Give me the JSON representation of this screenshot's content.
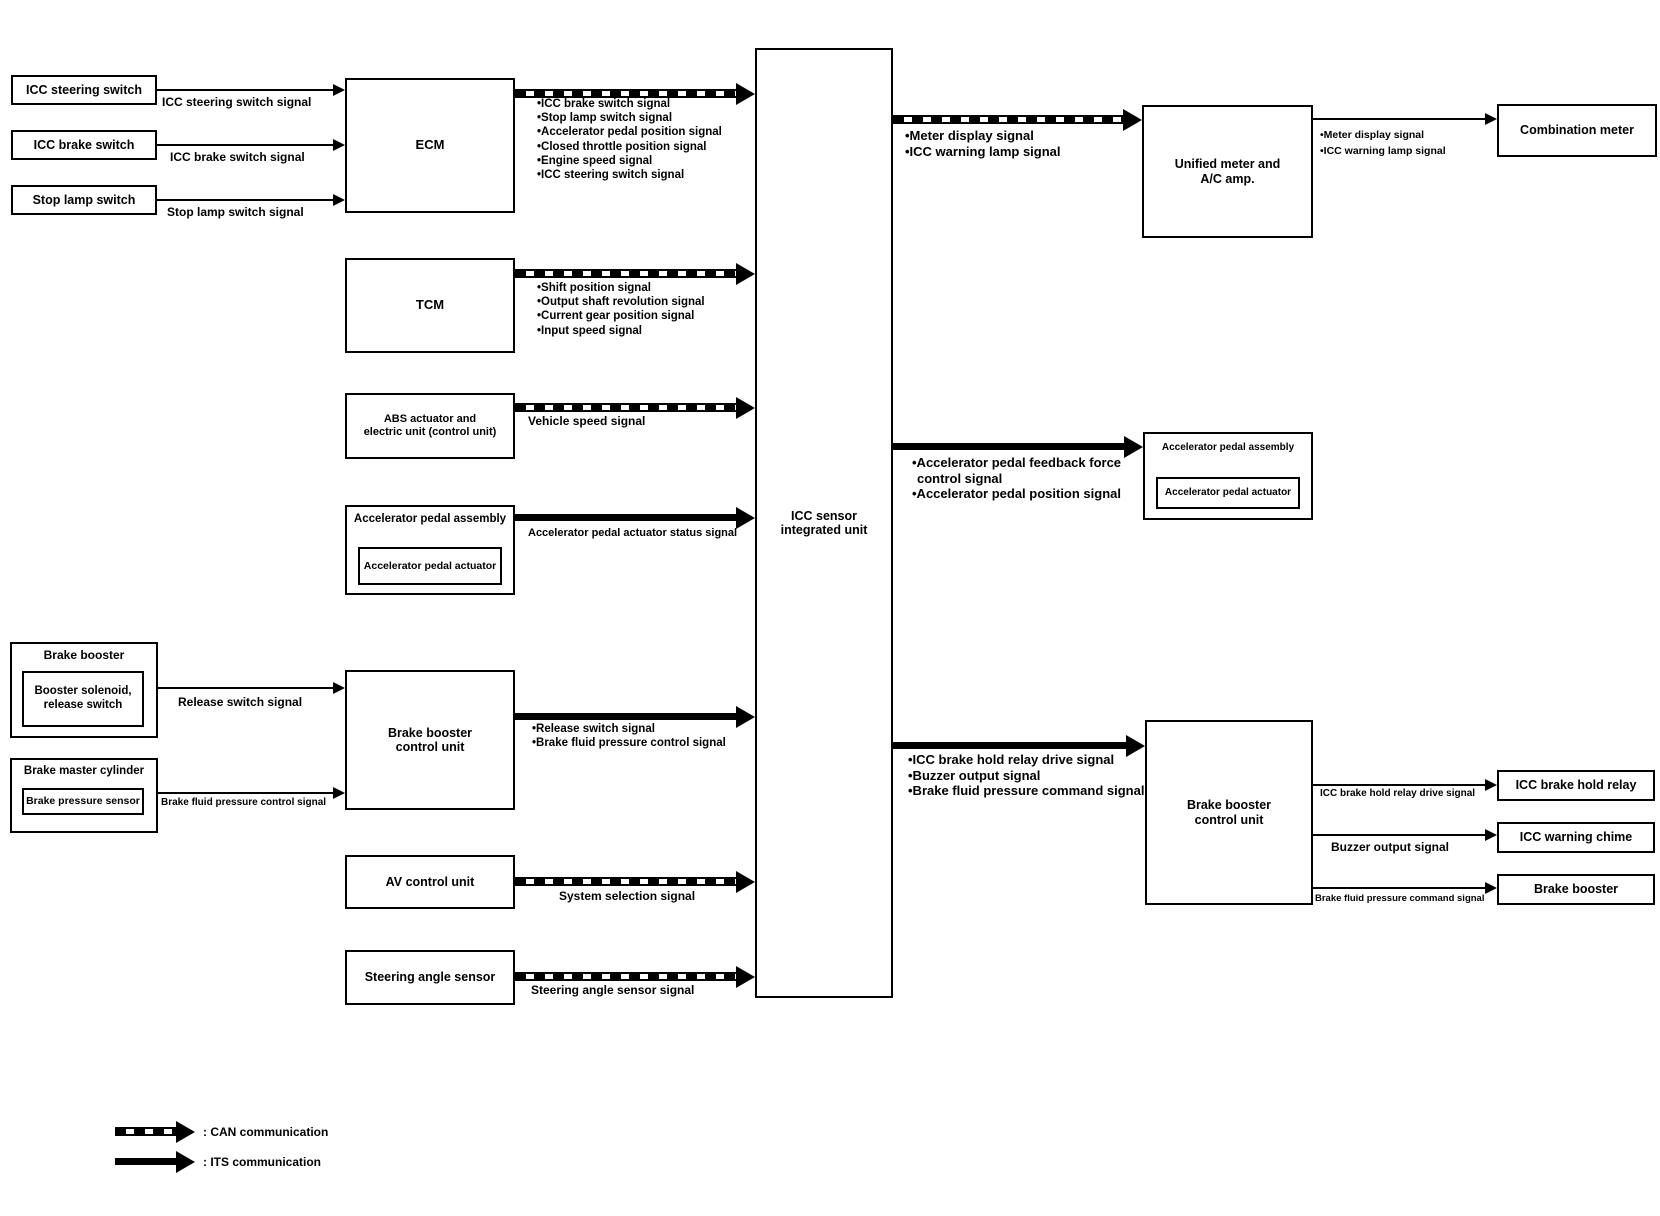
{
  "colors": {
    "line": "#000000",
    "background": "#ffffff"
  },
  "nodes": {
    "icc_steering_switch": {
      "label": "ICC steering switch"
    },
    "icc_brake_switch": {
      "label": "ICC brake switch"
    },
    "stop_lamp_switch": {
      "label": "Stop lamp switch"
    },
    "ecm": {
      "label": "ECM"
    },
    "tcm": {
      "label": "TCM"
    },
    "abs_unit": {
      "label": "ABS actuator and",
      "label2": "electric unit (control unit)"
    },
    "accel_pedal_assembly_left": {
      "label": "Accelerator pedal assembly",
      "inner": "Accelerator pedal actuator"
    },
    "brake_booster_left": {
      "label": "Brake booster",
      "inner": "Booster solenoid, release switch"
    },
    "brake_master_cylinder": {
      "label": "Brake master cylinder",
      "inner": "Brake pressure sensor"
    },
    "brake_booster_control_unit_left": {
      "label": "Brake booster control unit"
    },
    "av_control_unit": {
      "label": "AV control unit"
    },
    "steering_angle_sensor": {
      "label": "Steering angle sensor"
    },
    "icc_sensor": {
      "label": "ICC sensor integrated unit"
    },
    "unified_meter": {
      "label": "Unified meter and A/C amp."
    },
    "combination_meter": {
      "label": "Combination meter"
    },
    "accel_pedal_assembly_right": {
      "label": "Accelerator pedal assembly",
      "inner": "Accelerator pedal actuator"
    },
    "brake_booster_control_unit_right": {
      "label": "Brake booster control unit"
    },
    "icc_brake_hold_relay": {
      "label": "ICC brake hold relay"
    },
    "icc_warning_chime": {
      "label": "ICC warning chime"
    },
    "brake_booster_right": {
      "label": "Brake booster"
    }
  },
  "signals": {
    "icc_steering_switch_signal": "ICC steering switch signal",
    "icc_brake_switch_signal": "ICC brake switch signal",
    "stop_lamp_switch_signal": "Stop lamp switch signal",
    "ecm_to_icc": [
      "•ICC brake switch signal",
      "•Stop lamp switch signal",
      "•Accelerator pedal position signal",
      "•Closed throttle position signal",
      "•Engine speed signal",
      "•ICC steering switch signal"
    ],
    "tcm_to_icc": [
      "•Shift position signal",
      "•Output shaft revolution signal",
      "•Current gear position signal",
      "•Input speed signal"
    ],
    "vehicle_speed_signal": "Vehicle speed signal",
    "accel_pedal_actuator_status_signal": "Accelerator pedal actuator status signal",
    "release_switch_signal": "Release switch signal",
    "brake_fluid_pressure_control_signal": "Brake fluid pressure control signal",
    "bbcu_to_icc": [
      "•Release switch signal",
      "•Brake fluid pressure control signal"
    ],
    "system_selection_signal": "System selection signal",
    "steering_angle_sensor_signal": "Steering angle sensor signal",
    "icc_to_meter": [
      "•Meter display signal",
      "•ICC warning lamp signal"
    ],
    "meter_to_combination": [
      "•Meter display signal",
      "•ICC warning lamp signal"
    ],
    "icc_to_accel_pedal": [
      "•Accelerator pedal feedback force",
      "control signal",
      "•Accelerator pedal position signal"
    ],
    "icc_to_bbcu": [
      "•ICC brake hold relay drive signal",
      "•Buzzer output signal",
      "•Brake fluid pressure command signal"
    ],
    "icc_brake_hold_relay_drive_signal": "ICC brake hold relay drive signal",
    "buzzer_output_signal": "Buzzer output signal",
    "brake_fluid_pressure_command_signal": "Brake fluid pressure command signal"
  },
  "legend": {
    "can_label": ": CAN communication",
    "its_label": ": ITS communication"
  }
}
